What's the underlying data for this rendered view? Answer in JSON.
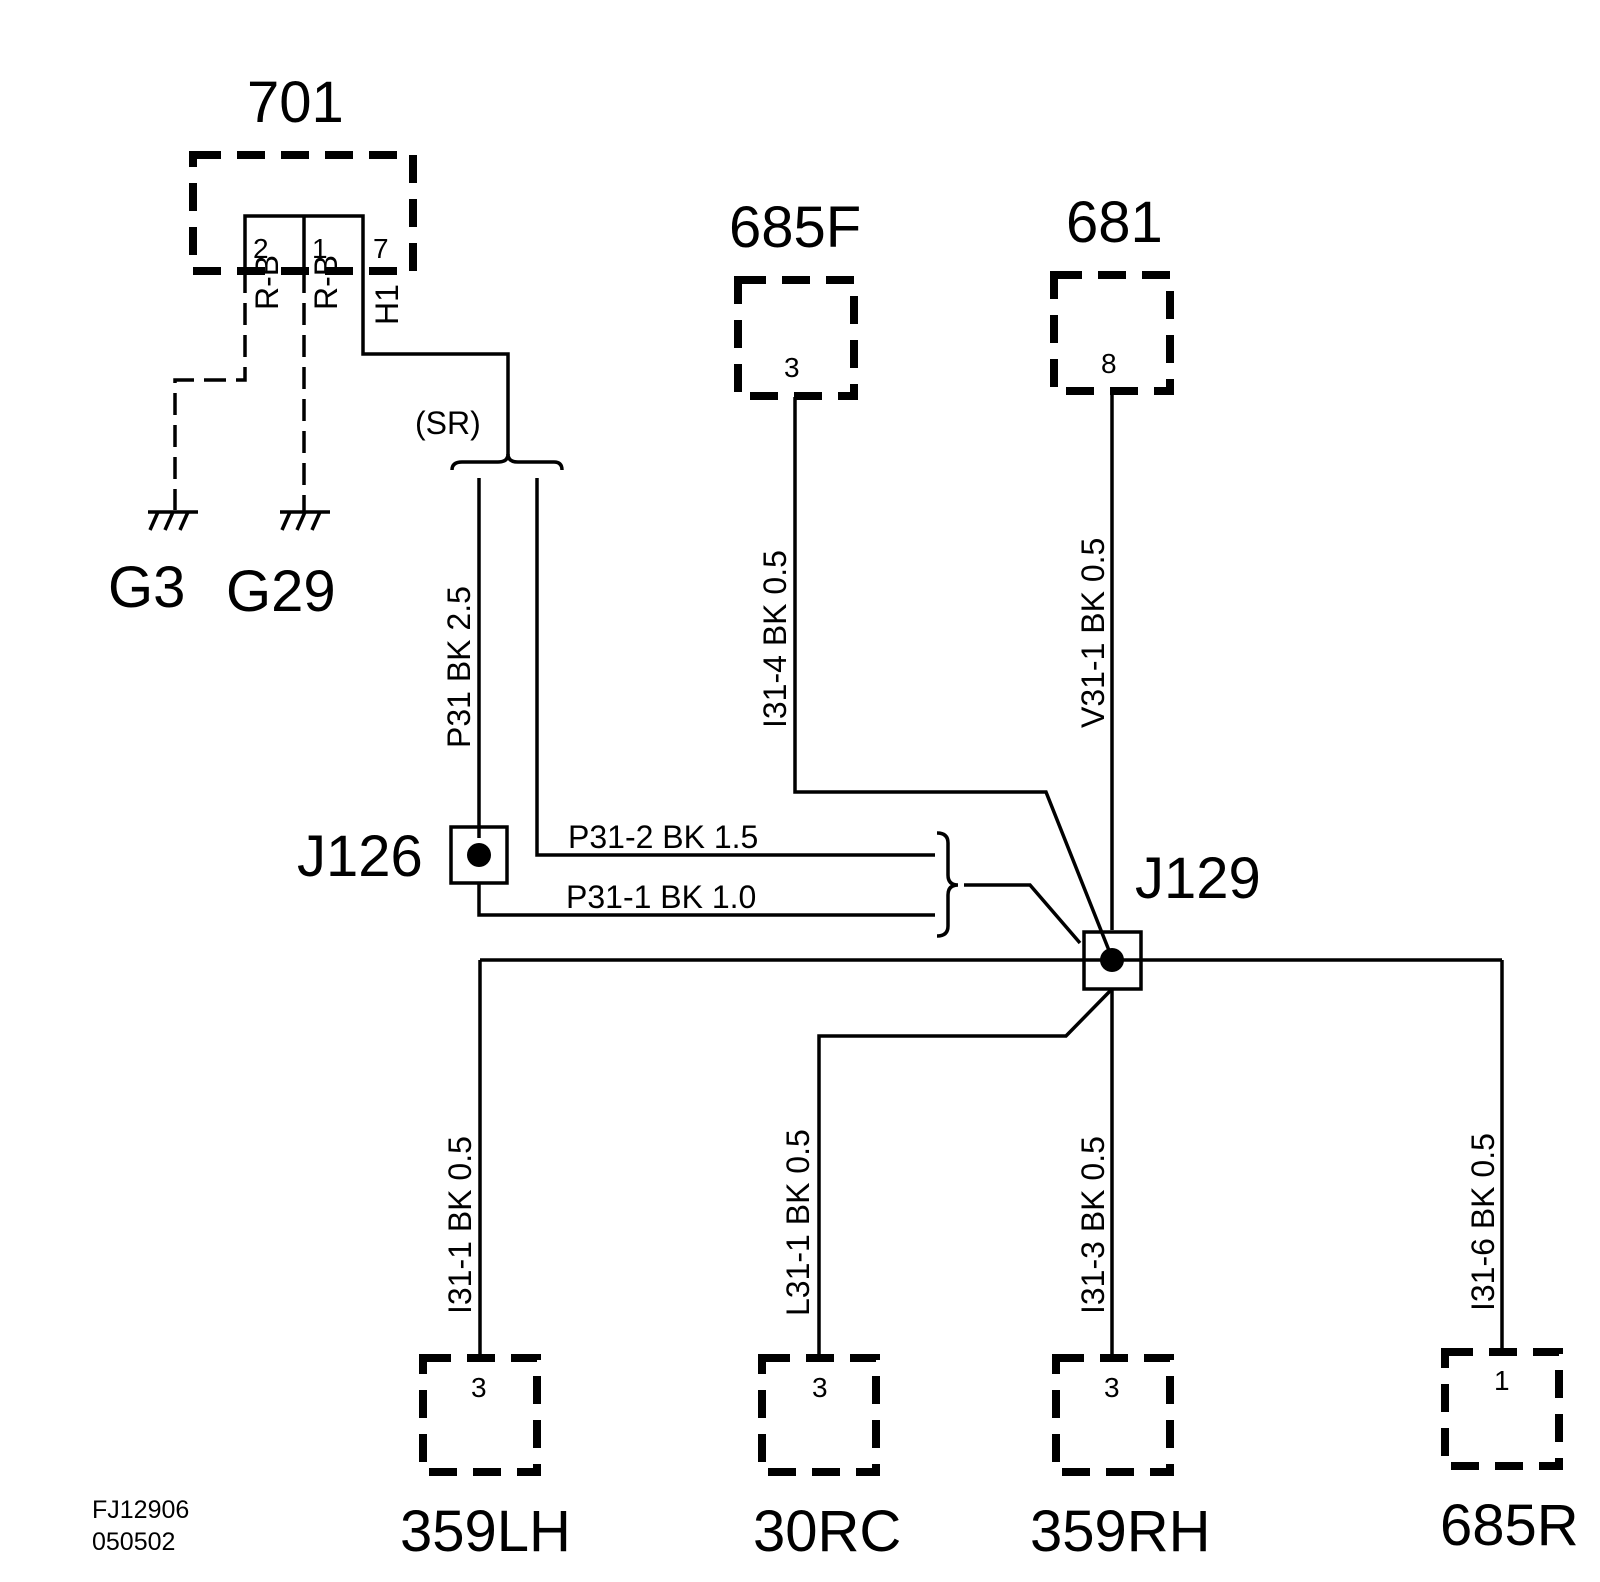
{
  "connectors": {
    "c701": {
      "label": "701",
      "pins": [
        "2",
        "1",
        "7"
      ]
    },
    "c685f": {
      "label": "685F",
      "pin": "3"
    },
    "c681": {
      "label": "681",
      "pin": "8"
    },
    "c359lh": {
      "label": "359LH",
      "pin": "3"
    },
    "c30rc": {
      "label": "30RC",
      "pin": "3"
    },
    "c359rh": {
      "label": "359RH",
      "pin": "3"
    },
    "c685r": {
      "label": "685R",
      "pin": "1"
    }
  },
  "grounds": {
    "g3": "G3",
    "g29": "G29"
  },
  "junctions": {
    "j126": "J126",
    "j129": "J129"
  },
  "option_label": "(SR)",
  "wires": {
    "rb_2": "R-B",
    "rb_1": "R-B",
    "h1": "H1",
    "p31": "P31  BK  2.5",
    "i31_4": "I31-4  BK  0.5",
    "v31_1": "V31-1  BK  0.5",
    "p31_2": "P31-2   BK   1.5",
    "p31_1": "P31-1   BK   1.0",
    "i31_1": "I31-1  BK  0.5",
    "l31_1": "L31-1  BK  0.5",
    "i31_3": "I31-3  BK  0.5",
    "i31_6": "I31-6  BK  0.5"
  },
  "footer": {
    "code": "FJ12906",
    "date": "050502"
  }
}
